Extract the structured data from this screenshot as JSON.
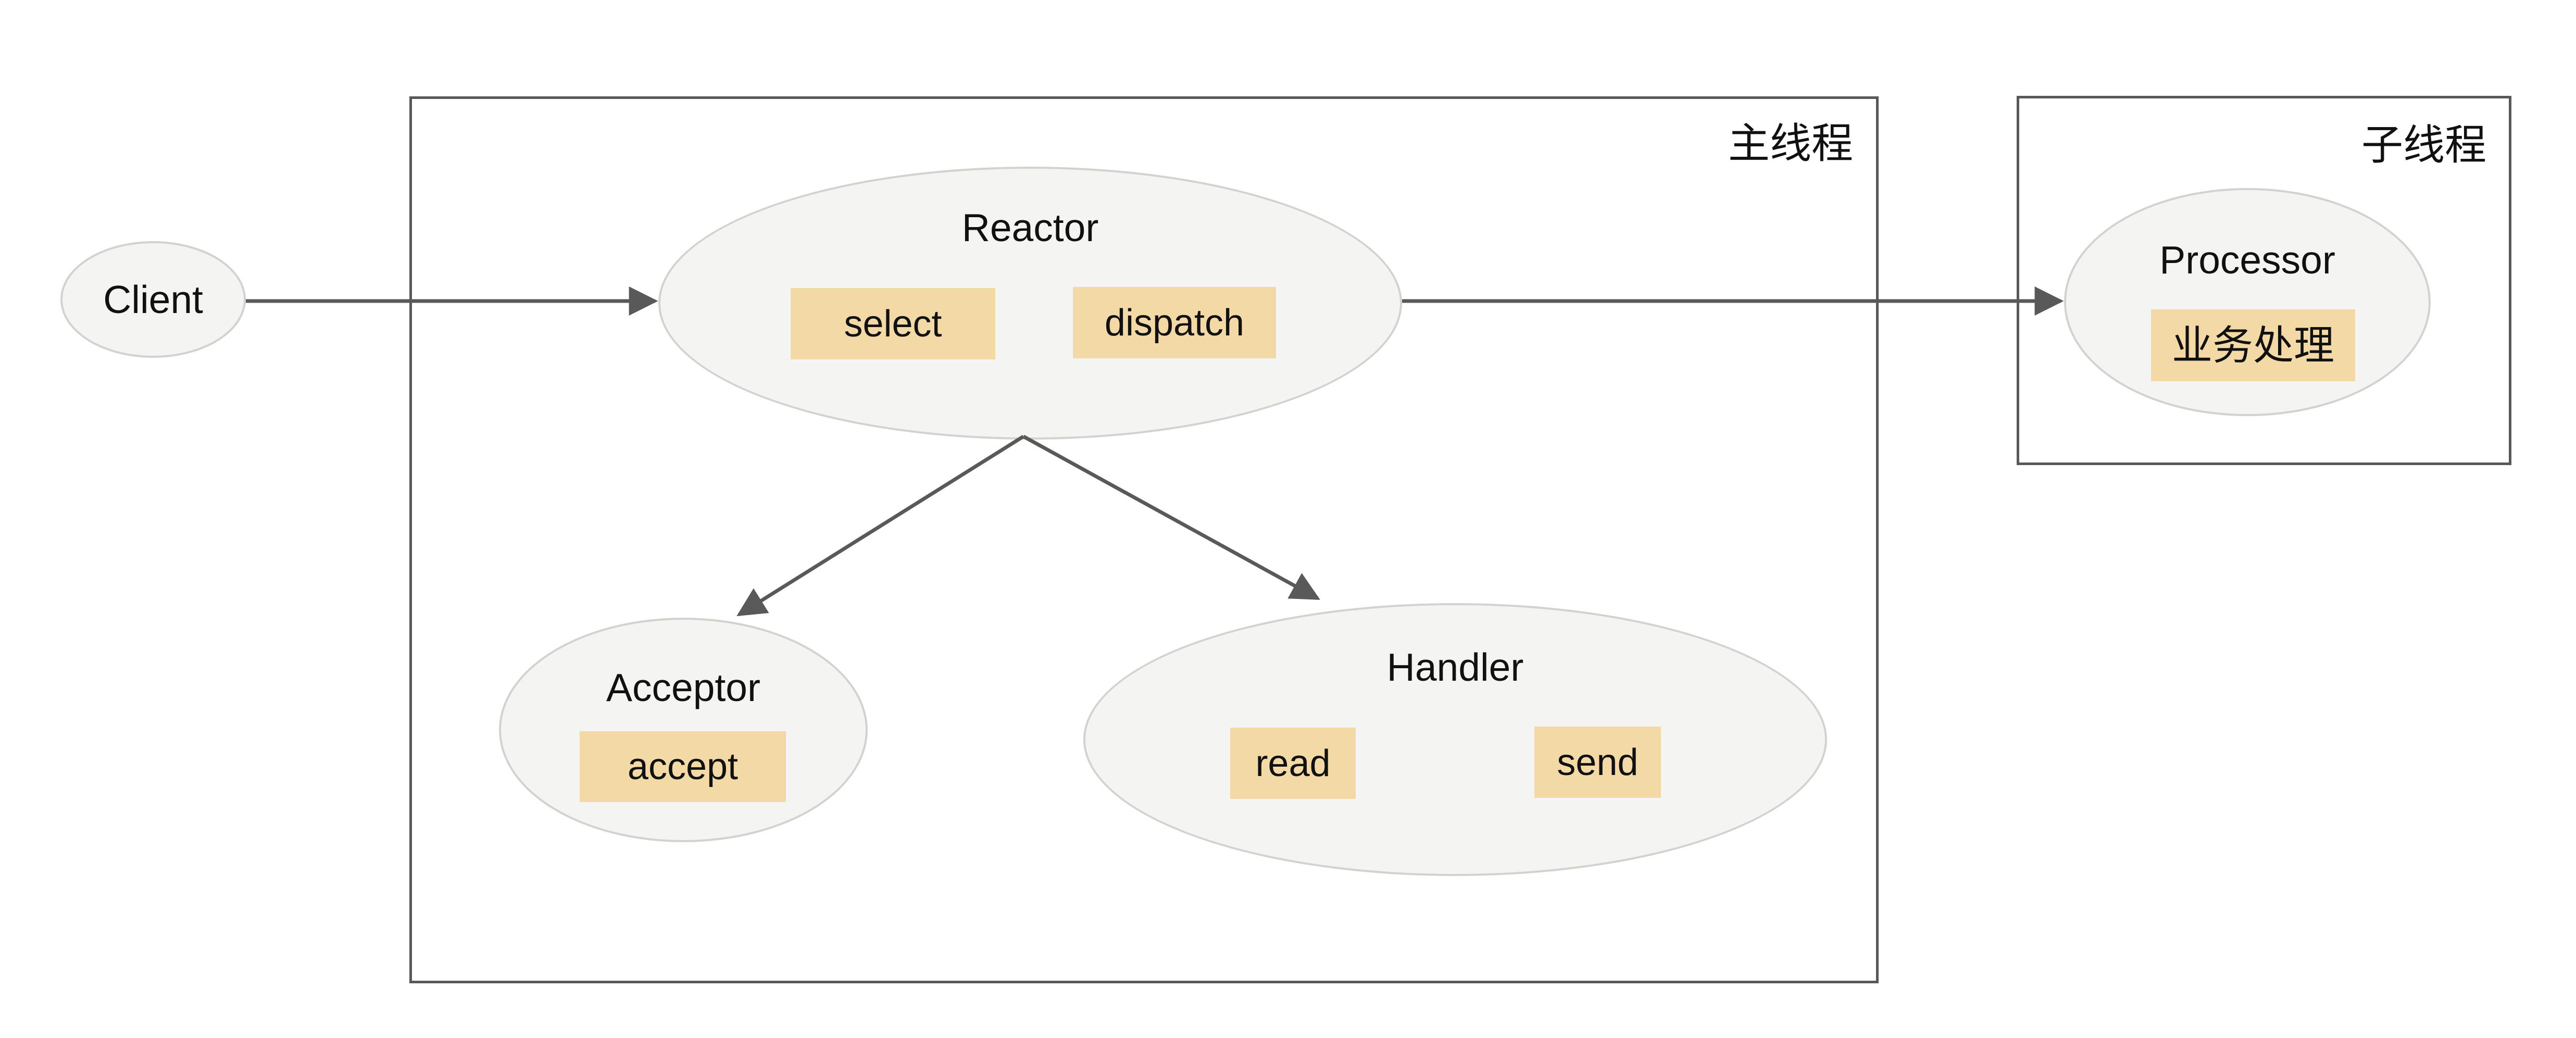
{
  "theme": {
    "background": "#ffffff",
    "node_fill": "#f4f4f2",
    "node_stroke": "#d2d2cf",
    "method_fill": "#f3d9a5",
    "container_stroke": "#595959",
    "arrow_color": "#595959",
    "text_color": "#111111"
  },
  "containers": {
    "main_thread": {
      "label": "主线程"
    },
    "sub_thread": {
      "label": "子线程"
    }
  },
  "nodes": {
    "client": {
      "label": "Client"
    },
    "reactor": {
      "label": "Reactor",
      "methods": [
        "select",
        "dispatch"
      ]
    },
    "acceptor": {
      "label": "Acceptor",
      "methods": [
        "accept"
      ]
    },
    "handler": {
      "label": "Handler",
      "methods": [
        "read",
        "send"
      ]
    },
    "processor": {
      "label": "Processor",
      "methods": [
        "业务处理"
      ]
    }
  },
  "edges": [
    {
      "from": "Client",
      "to": "Reactor"
    },
    {
      "from": "Reactor",
      "to": "Processor"
    },
    {
      "from": "Reactor",
      "to": "Acceptor"
    },
    {
      "from": "Reactor",
      "to": "Handler"
    }
  ]
}
